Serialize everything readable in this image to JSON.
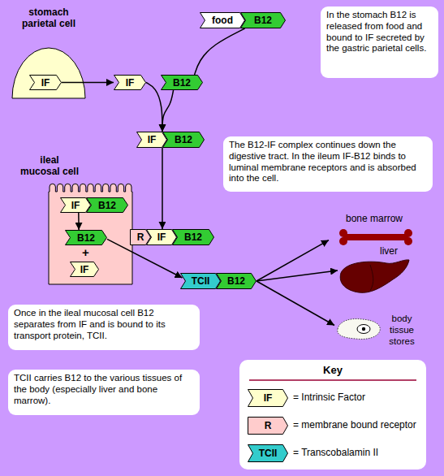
{
  "diagram": {
    "nodes": [
      {
        "text": [
          "stomach parietal cell"
        ]
      },
      {
        "text": [
          "IF"
        ],
        "in": 0
      },
      {
        "text": [
          "IF"
        ]
      },
      {
        "text": [
          "food"
        ]
      },
      {
        "text": [
          "B12"
        ]
      },
      {
        "text": [
          "In the stomach B12 is released from food and bound to IF secreted by the gastric parietal cells."
        ]
      },
      {
        "text": [
          "B12"
        ]
      },
      {
        "text": [
          "IF"
        ]
      },
      {
        "text": [
          "B12"
        ]
      },
      {
        "text": [
          "The B12-IF complex continues down the digestive tract. In the ileum IF-B12 binds to luminal membrane receptors and is absorbed into the cell."
        ]
      },
      {
        "text": [
          "ileal mucosal cell"
        ]
      },
      {
        "text": [
          "IF"
        ],
        "in": 10
      },
      {
        "text": [
          "B12"
        ],
        "in": 10
      },
      {
        "text": [
          "B12"
        ],
        "in": 10
      },
      {
        "text": [
          "IF"
        ],
        "in": 10
      },
      {
        "text": [
          "R"
        ]
      },
      {
        "text": [
          "IF"
        ]
      },
      {
        "text": [
          "B12"
        ]
      },
      {
        "text": [
          "TCII"
        ]
      },
      {
        "text": [
          "B12"
        ]
      },
      {
        "text": [
          "bone marrow"
        ]
      },
      {
        "text": [
          "liver"
        ]
      },
      {
        "text": [
          "body tissue stores"
        ]
      },
      {
        "text": [
          "Once in the ileal mucosal cell B12 separates from IF and is bound to its transport protein, TCII."
        ]
      },
      {
        "text": [
          "TCII carries B12 to the various tissues of the body (especially liver and bone marrow)."
        ]
      }
    ],
    "edges": [
      {
        "from": 1,
        "to": 2,
        "arrow": "to"
      },
      {
        "from": 4,
        "to": 6,
        "arrow": "none"
      },
      {
        "from": 2,
        "to": 7,
        "arrow": "to"
      },
      {
        "from": 6,
        "to": 8,
        "arrow": "to"
      },
      {
        "from": 7,
        "to": 16,
        "arrow": "to"
      },
      {
        "from": 11,
        "to": 13,
        "arrow": "to"
      },
      {
        "from": 13,
        "to": 18,
        "arrow": "to"
      },
      {
        "from": 19,
        "to": 20,
        "arrow": "to"
      },
      {
        "from": 19,
        "to": 21,
        "arrow": "to"
      },
      {
        "from": 19,
        "to": 22,
        "arrow": "to"
      }
    ],
    "labels": [
      "+",
      "Key",
      "IF",
      "R",
      "TCII"
    ],
    "legend": [
      {
        "text": "= Intrinsic Factor",
        "color": "#ffffcc"
      },
      {
        "text": "= membrane bound receptor",
        "color": "#ffcccc"
      },
      {
        "text": "= Transcobalamin II",
        "color": "#33cccc"
      }
    ]
  }
}
